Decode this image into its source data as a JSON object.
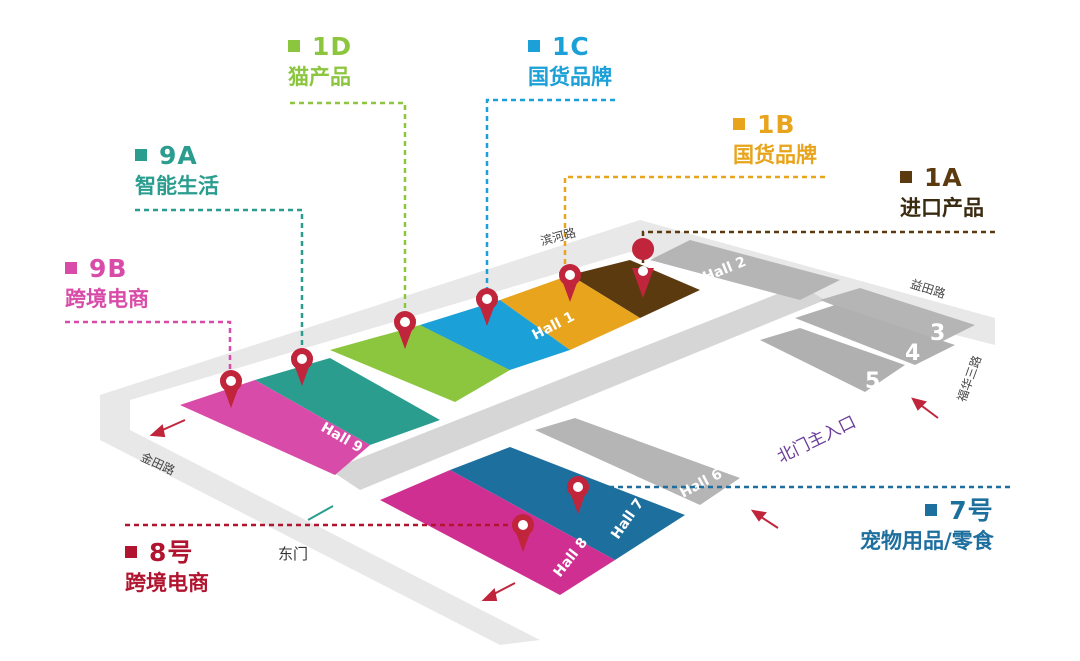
{
  "zones": {
    "z1d": {
      "code": "1D",
      "name": "猫产品",
      "color": "#8cc63f"
    },
    "z1c": {
      "code": "1C",
      "name": "国货品牌",
      "color": "#1ba0d8"
    },
    "z1b": {
      "code": "1B",
      "name": "国货品牌",
      "color": "#e8a41c"
    },
    "z1a": {
      "code": "1A",
      "name": "进口产品",
      "color": "#5c3a10"
    },
    "z9a": {
      "code": "9A",
      "name": "智能生活",
      "color": "#2a9d8f"
    },
    "z9b": {
      "code": "9B",
      "name": "跨境电商",
      "color": "#d94ba8"
    },
    "z7": {
      "code": "7号",
      "name": "宠物用品/零食",
      "color": "#1d6f9e"
    },
    "z8": {
      "code": "8号",
      "name": "跨境电商",
      "color": "#c0253b"
    }
  },
  "halls": {
    "h1": "Hall 1",
    "h2": "Hall 2",
    "h3": "3",
    "h4": "4",
    "h5": "5",
    "h6": "Hall 6",
    "h7": "Hall 7",
    "h8": "Hall 8",
    "h9": "Hall 9"
  },
  "streets": {
    "binhe": "滨河路",
    "yitian": "益田路",
    "jintian": "金田路",
    "fuhua": "福华三路"
  },
  "gates": {
    "east": "东门",
    "north_main": "北门主入口"
  },
  "colors": {
    "road": "#e6e6e6",
    "hall_grey": "#b9b9b9",
    "dark_red": "#b0142f"
  }
}
